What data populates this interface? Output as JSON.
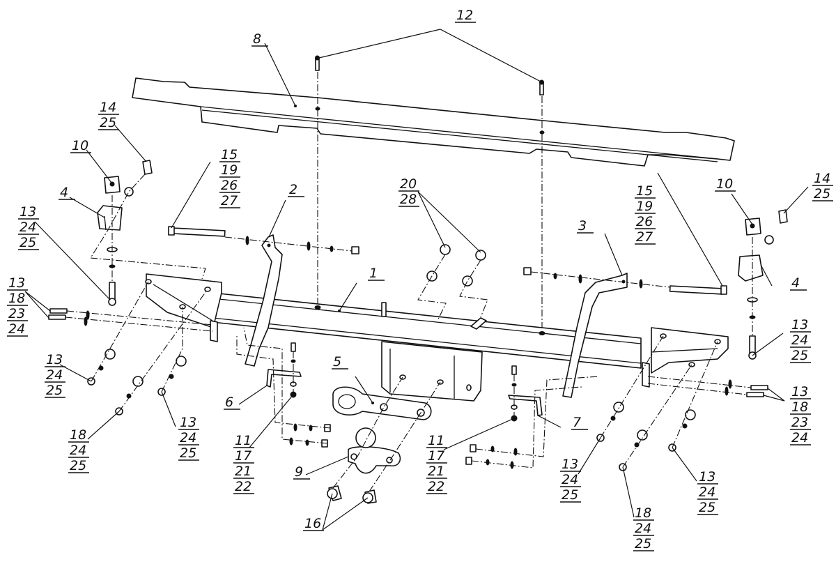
{
  "diagram": {
    "type": "exploded assembly drawing",
    "subject": "tow bar (trailer hitch) assembly",
    "line_color": "#111111",
    "background": "#ffffff",
    "callouts": [
      {
        "id": "c1",
        "lines": [
          "1"
        ],
        "part": "main cross beam"
      },
      {
        "id": "c2",
        "lines": [
          "2"
        ],
        "part": "left side bracket"
      },
      {
        "id": "c3",
        "lines": [
          "3"
        ],
        "part": "right side bracket"
      },
      {
        "id": "c4l",
        "lines": [
          "4"
        ],
        "part": "left clamp bracket"
      },
      {
        "id": "c4r",
        "lines": [
          "4"
        ],
        "part": "right clamp bracket"
      },
      {
        "id": "c5",
        "lines": [
          "5"
        ],
        "part": "socket plate"
      },
      {
        "id": "c6",
        "lines": [
          "6"
        ],
        "part": "left harness clip"
      },
      {
        "id": "c7",
        "lines": [
          "7"
        ],
        "part": "right harness clip"
      },
      {
        "id": "c8",
        "lines": [
          "8"
        ],
        "part": "bumper reinforcement"
      },
      {
        "id": "c9",
        "lines": [
          "9"
        ],
        "part": "tow ball"
      },
      {
        "id": "c10l",
        "lines": [
          "10"
        ],
        "part": "left cage nut"
      },
      {
        "id": "c10r",
        "lines": [
          "10"
        ],
        "part": "right cage nut"
      },
      {
        "id": "c12",
        "lines": [
          "12"
        ],
        "part": "rivets"
      },
      {
        "id": "c13a",
        "lines": [
          "13",
          "24",
          "25"
        ],
        "part": "left vertical bolt"
      },
      {
        "id": "c13b",
        "lines": [
          "13",
          "18",
          "23",
          "24"
        ],
        "part": "left horizontal bolts"
      },
      {
        "id": "c13c",
        "lines": [
          "13",
          "24",
          "25"
        ],
        "part": "left lower bolt"
      },
      {
        "id": "c13d",
        "lines": [
          "13",
          "24",
          "25"
        ],
        "part": "left lower bolt 2"
      },
      {
        "id": "c13e",
        "lines": [
          "13",
          "24",
          "25"
        ],
        "part": "right vertical bolt"
      },
      {
        "id": "c13f",
        "lines": [
          "13",
          "18",
          "23",
          "24"
        ],
        "part": "right horizontal bolts"
      },
      {
        "id": "c13g",
        "lines": [
          "13",
          "24",
          "25"
        ],
        "part": "right lower bolt"
      },
      {
        "id": "c13h",
        "lines": [
          "13",
          "24",
          "25"
        ],
        "part": "right lower bolt 2"
      },
      {
        "id": "c14l",
        "lines": [
          "14",
          "25"
        ],
        "part": "left upper bolt"
      },
      {
        "id": "c14r",
        "lines": [
          "14",
          "25"
        ],
        "part": "right upper bolt"
      },
      {
        "id": "c15l",
        "lines": [
          "15",
          "19",
          "26",
          "27"
        ],
        "part": "left long bolt"
      },
      {
        "id": "c15r",
        "lines": [
          "15",
          "19",
          "26",
          "27"
        ],
        "part": "right long bolt"
      },
      {
        "id": "c16",
        "lines": [
          "16"
        ],
        "part": "ball mount bolts"
      },
      {
        "id": "c18l",
        "lines": [
          "18",
          "24",
          "25"
        ],
        "part": "left nut"
      },
      {
        "id": "c18r",
        "lines": [
          "18",
          "24",
          "25"
        ],
        "part": "right nut"
      },
      {
        "id": "c20",
        "lines": [
          "20",
          "28"
        ],
        "part": "ball mount nuts"
      },
      {
        "id": "c11l",
        "lines": [
          "11",
          "17",
          "21",
          "22"
        ],
        "part": "left clip fasteners"
      },
      {
        "id": "c11r",
        "lines": [
          "11",
          "17",
          "21",
          "22"
        ],
        "part": "right clip fasteners"
      }
    ]
  }
}
